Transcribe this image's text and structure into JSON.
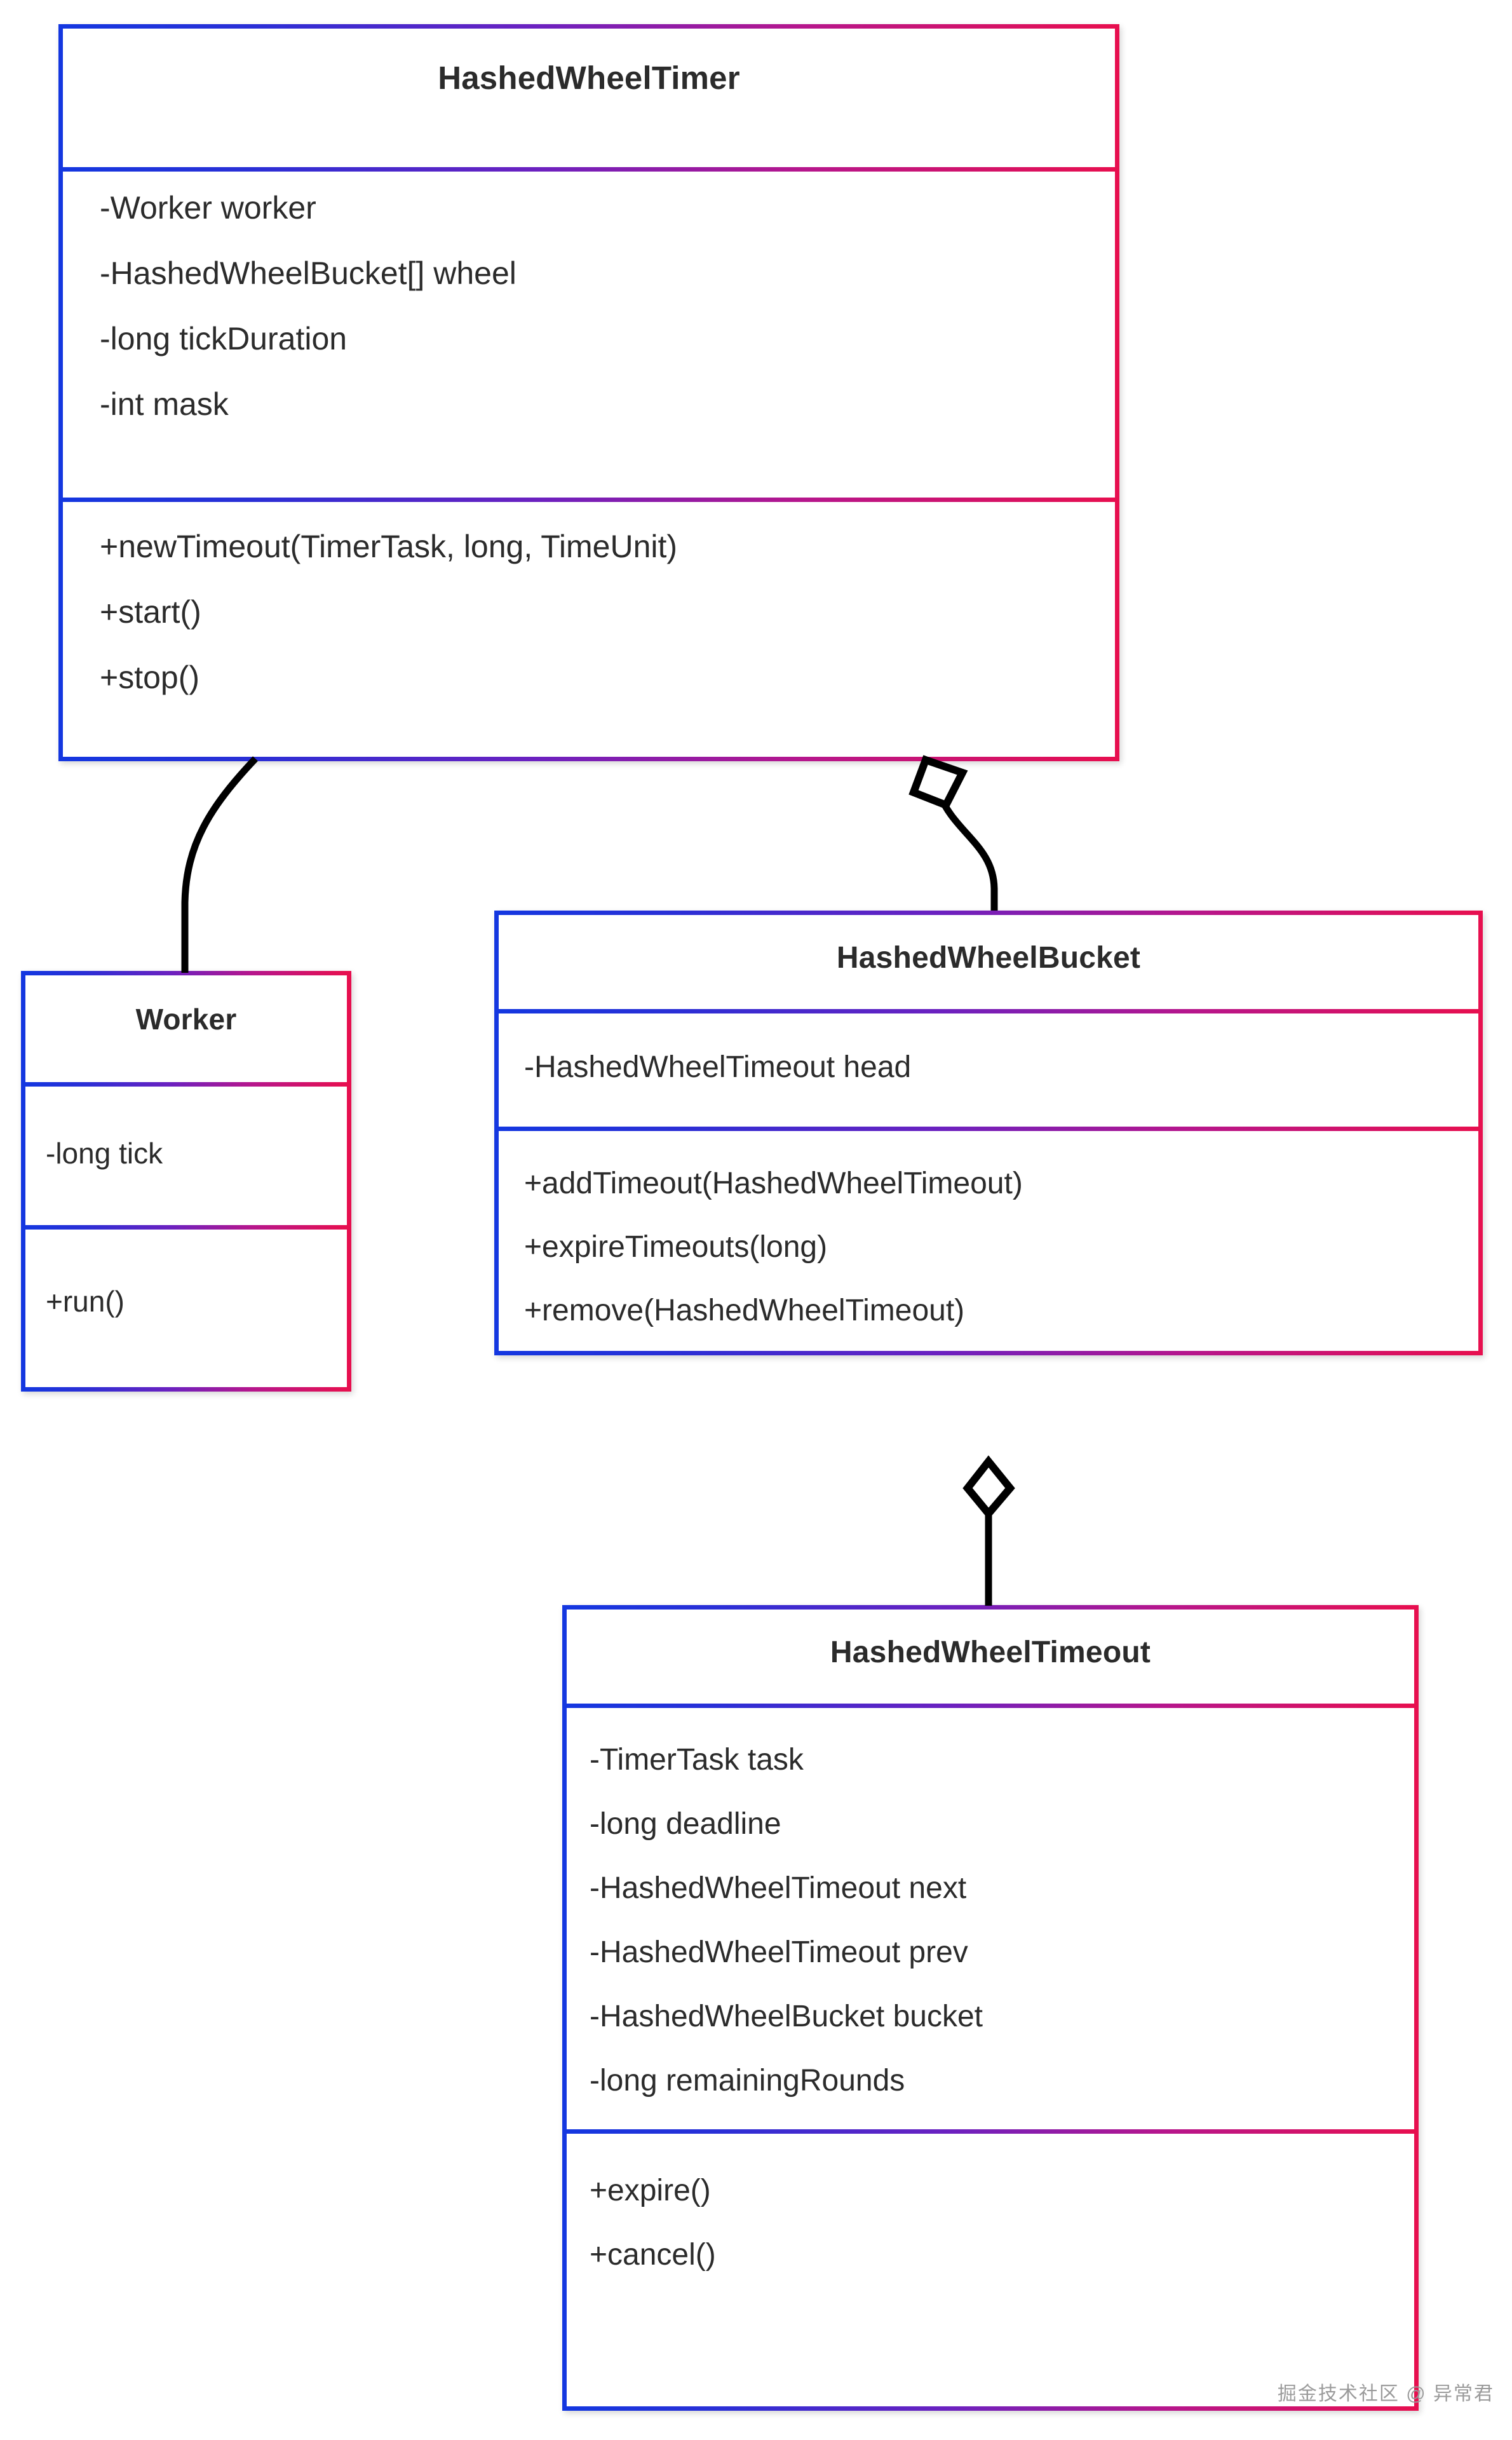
{
  "diagram": {
    "type": "uml-class-diagram",
    "accent_blue": "#1437e0",
    "accent_crimson": "#e70f4f",
    "connector_color": "#000000",
    "background": "#ffffff"
  },
  "classes": {
    "timer": {
      "name": "HashedWheelTimer",
      "attributes": [
        "-Worker worker",
        "-HashedWheelBucket[] wheel",
        "-long tickDuration",
        "-int mask"
      ],
      "operations": [
        "+newTimeout(TimerTask, long, TimeUnit)",
        "+start()",
        "+stop()"
      ]
    },
    "worker": {
      "name": "Worker",
      "attributes": [
        "-long tick"
      ],
      "operations": [
        "+run()"
      ]
    },
    "bucket": {
      "name": "HashedWheelBucket",
      "attributes": [
        "-HashedWheelTimeout head"
      ],
      "operations": [
        "+addTimeout(HashedWheelTimeout)",
        "+expireTimeouts(long)",
        "+remove(HashedWheelTimeout)"
      ]
    },
    "timeout": {
      "name": "HashedWheelTimeout",
      "attributes": [
        "-TimerTask task",
        "-long deadline",
        "-HashedWheelTimeout next",
        "-HashedWheelTimeout prev",
        "-HashedWheelBucket bucket",
        "-long remainingRounds"
      ],
      "operations": [
        "+expire()",
        "+cancel()"
      ]
    }
  },
  "relations": [
    {
      "id": "timer-worker",
      "from": "HashedWheelTimer",
      "to": "Worker",
      "kind": "association",
      "decoration": "none"
    },
    {
      "id": "timer-bucket",
      "from": "HashedWheelTimer",
      "to": "HashedWheelBucket",
      "kind": "aggregation",
      "decoration": "hollow-diamond"
    },
    {
      "id": "bucket-timeout",
      "from": "HashedWheelBucket",
      "to": "HashedWheelTimeout",
      "kind": "aggregation",
      "decoration": "hollow-diamond"
    }
  ],
  "watermark": {
    "text": "掘金技术社区 @ 异常君"
  }
}
